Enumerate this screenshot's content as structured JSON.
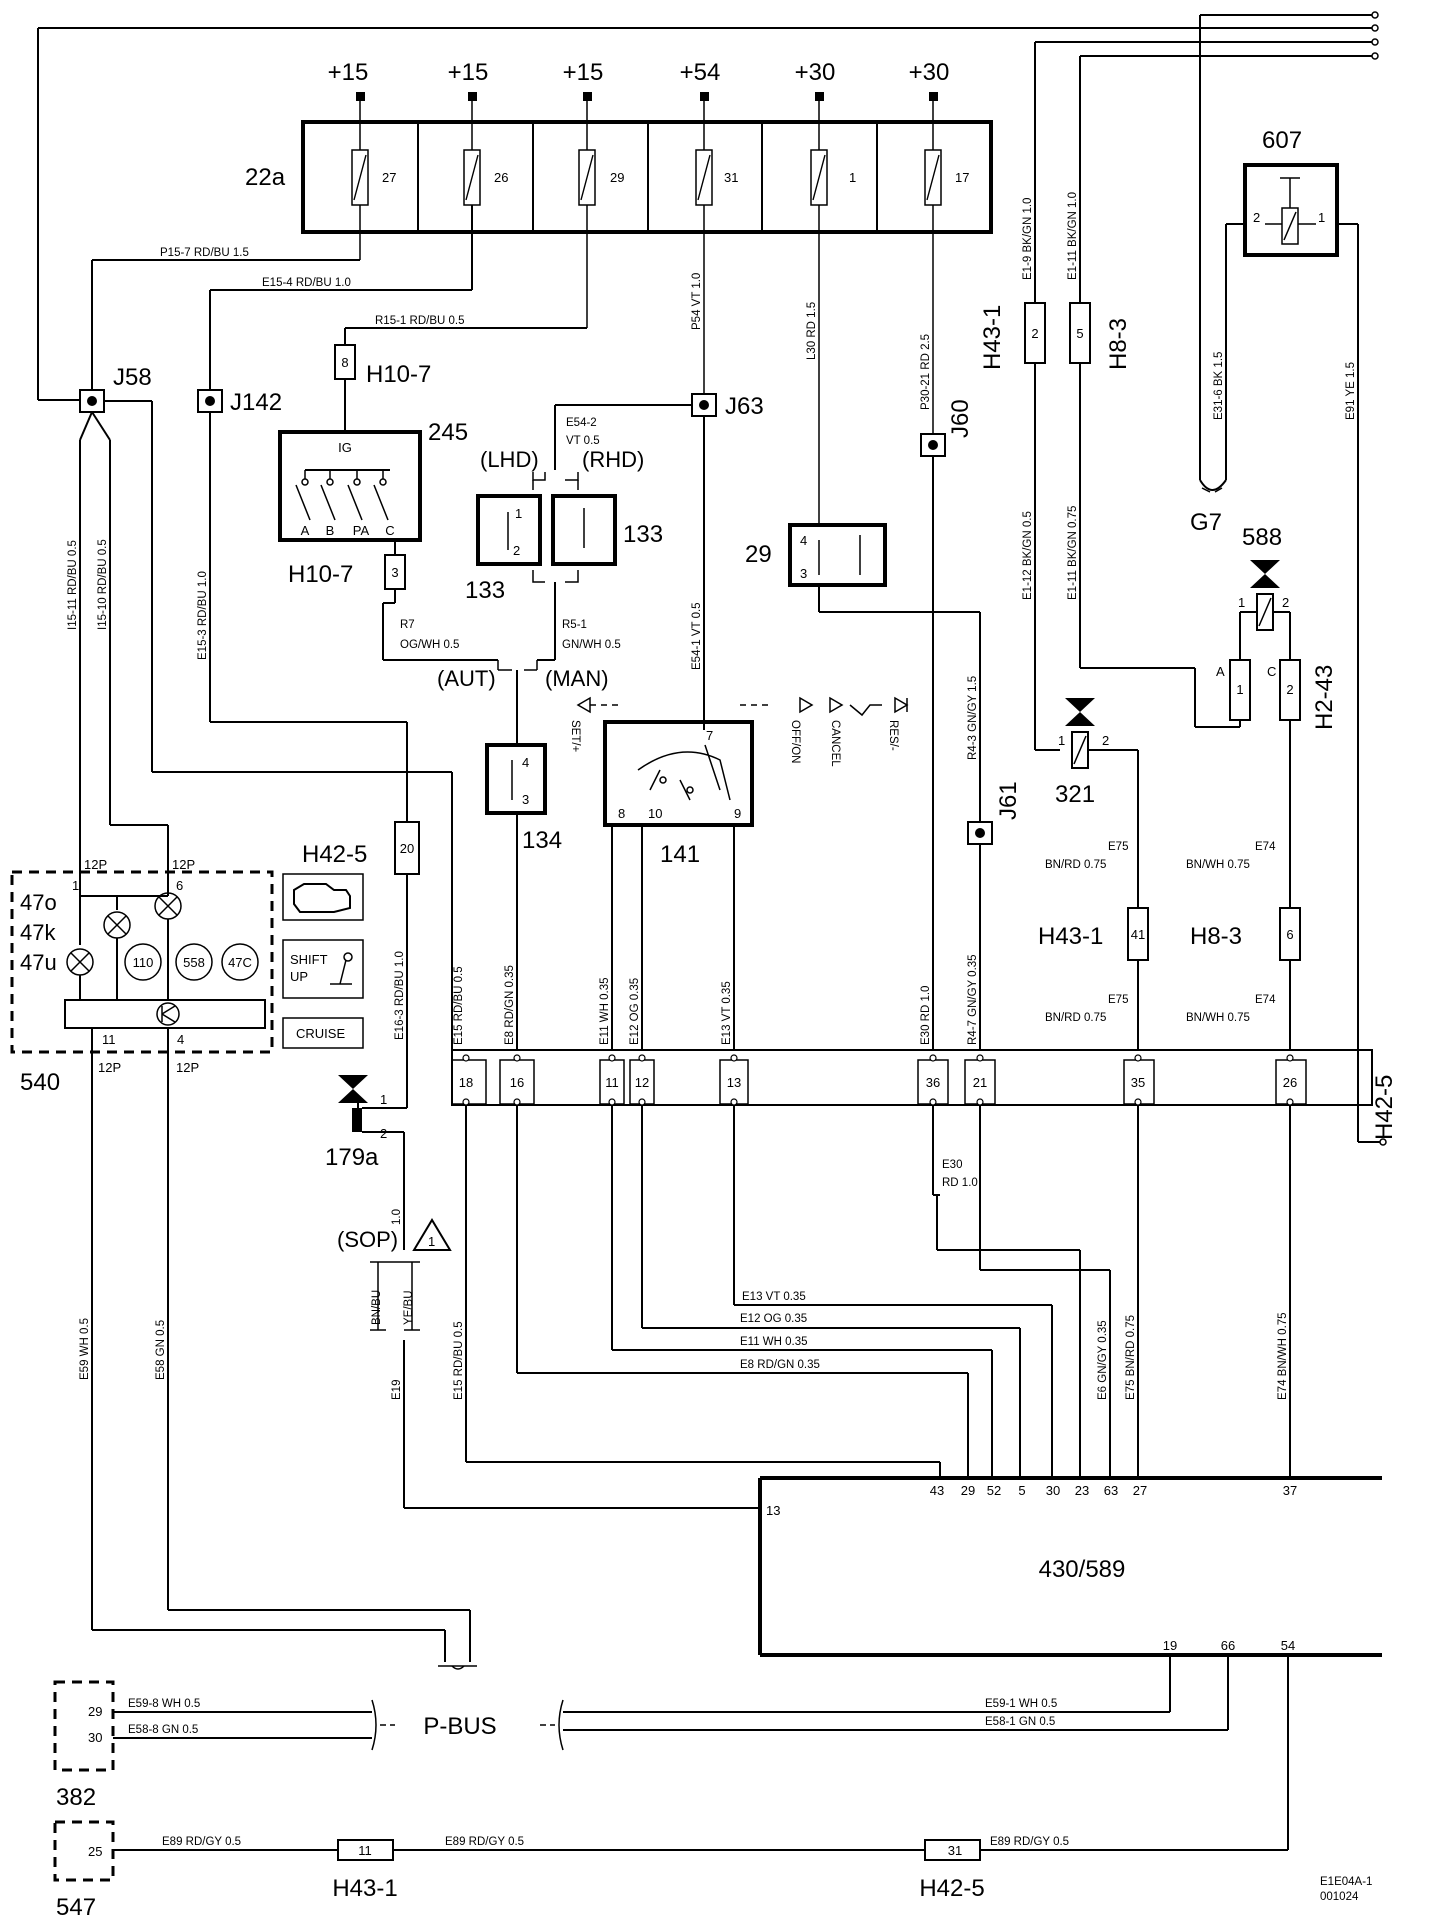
{
  "supply_labels": [
    "+15",
    "+15",
    "+15",
    "+54",
    "+30",
    "+30"
  ],
  "fuses": {
    "box_label": "22a",
    "numbers": [
      "27",
      "26",
      "29",
      "31",
      "1",
      "17"
    ]
  },
  "top_wires": {
    "p15_7": "P15-7    RD/BU    1.5",
    "e15_4": "E15-4    RD/BU    1.0",
    "r15_1": "R15-1    RD/BU    0.5",
    "p54": "P54    VT    1.0",
    "l30": "L30    RD    1.5",
    "p30_21": "P30-21    RD    2.5",
    "e1_9": "E1-9    BK/GN    1.0",
    "e1_11_top": "E1-11    BK/GN    1.0",
    "e31_6": "E31-6    BK    1.5",
    "e91": "E91    YE    1.5",
    "e1_12": "E1-12    BK/GN    0.5",
    "e1_11_low": "E1-11    BK/GN    0.75",
    "e54_2": "E54-2",
    "e54_2b": "VT    0.5",
    "e54_1": "E54-1    VT    0.5"
  },
  "junctions": {
    "j58": "J58",
    "j142": "J142",
    "j63": "J63",
    "j60": "J60",
    "j61": "J61"
  },
  "connectors": {
    "h10_7": "H10-7",
    "h10_7_pin_top": "8",
    "h10_7_pin_bot": "3",
    "h43_1": "H43-1",
    "h43_1_pin": "2",
    "h8_3": "H8-3",
    "h8_3_pin": "5",
    "h2_43": "H2-43",
    "h2_43_pins": [
      "1",
      "2"
    ],
    "h42_5": "H42-5",
    "h42_5_pin20": "20",
    "h43_1_mid": "H43-1",
    "h43_1_mid_pin": "41",
    "h8_3_mid": "H8-3",
    "h8_3_mid_pin": "6",
    "h42_5_strip_label": "H42-5",
    "h42_5_strip_pins": [
      "18",
      "16",
      "11",
      "12",
      "13",
      "36",
      "21",
      "35",
      "26"
    ],
    "h43_1_bottom": "H43-1",
    "h43_1_bottom_pin": "11",
    "h42_5_bottom": "H42-5",
    "h42_5_bottom_pin": "31",
    "h2_43_pin_labels": [
      "A",
      "C"
    ]
  },
  "components": {
    "c245": "245",
    "c245_ig": "IG",
    "c245_pins": [
      "A",
      "B",
      "PA",
      "C"
    ],
    "c133a": "133",
    "c133b": "133",
    "c133_pins": [
      "1",
      "2"
    ],
    "lhd": "(LHD)",
    "rhd": "(RHD)",
    "c29": "29",
    "c29_pins": [
      "4",
      "3"
    ],
    "c607": "607",
    "c607_pins": [
      "2",
      "1"
    ],
    "g7": "G7",
    "c588": "588",
    "c588_pins": [
      "1",
      "2"
    ],
    "c321": "321",
    "c321_pins": [
      "1",
      "2"
    ],
    "c134": "134",
    "c134_pins": [
      "4",
      "3"
    ],
    "c141": "141",
    "c141_pins": [
      "7",
      "8",
      "10",
      "9"
    ],
    "c141_modes": [
      "SET/+",
      "OFF/ON",
      "CANCEL",
      "RES/-"
    ],
    "aut": "(AUT)",
    "man": "(MAN)",
    "r7": "R7",
    "r7b": "OG/WH    0.5",
    "r5_1": "R5-1",
    "r5_1b": "GN/WH    0.5",
    "c540": "540",
    "c540_lamps": [
      "47o",
      "47k",
      "47u"
    ],
    "c540_pins": [
      "1",
      "6",
      "11",
      "4"
    ],
    "c540_12p": "12P",
    "c540_gauges": [
      "110",
      "558",
      "47C"
    ],
    "shift_up": "SHIFT",
    "shift_up2": "UP",
    "cruise": "CRUISE",
    "c179a": "179a",
    "c179a_pins": [
      "1",
      "2"
    ],
    "sop": "(SOP)",
    "warn": "1",
    "ecu": "430/589",
    "ecu_pins_top": [
      "43",
      "29",
      "52",
      "5",
      "30",
      "23",
      "63",
      "27",
      "37"
    ],
    "ecu_pin_left": "13",
    "ecu_pins_bottom": [
      "19",
      "66",
      "54"
    ],
    "pbus": "P-BUS",
    "c382": "382",
    "c382_pins": [
      "29",
      "30"
    ],
    "c547": "547",
    "c547_pin": "25",
    "footer": [
      "E1E04A-1",
      "001024"
    ]
  },
  "mid_wires": {
    "i15_11": "I15-11    RD/BU    0.5",
    "i15_10": "I15-10    RD/BU    0.5",
    "e15_3": "E15-3    RD/BU    1.0",
    "r4_3": "R4-3    GN/GY    1.5",
    "e75_1a": "E75",
    "e75_1b": "BN/RD    0.75",
    "e74_1a": "E74",
    "e74_1b": "BN/WH    0.75",
    "e75_2a": "E75",
    "e75_2b": "BN/RD    0.75",
    "e74_2a": "E74",
    "e74_2b": "BN/WH    0.75",
    "e16_3": "E16-3    RD/BU    1.0",
    "e15": "E15    RD/BU    0.5",
    "e8": "E8    RD/GN    0.35",
    "e11": "E11    WH    0.35",
    "e12": "E12    OG    0.35",
    "e13": "E13    VT    0.35",
    "e30": "E30    RD    1.0",
    "r4_7": "R4-7    GN/GY    0.35",
    "e30b": "E30",
    "e30b2": "RD    1.0"
  },
  "low_wires": {
    "e13": "E13    VT    0.35",
    "e12": "E12    OG    0.35",
    "e11": "E11    WH    0.35",
    "e8": "E8    RD/GN    0.35",
    "bnbu": "BN/BU",
    "yebu": "YE/BU",
    "e19": "E19",
    "e16_10": "1.0",
    "e15b": "E15    RD/BU    0.5",
    "e59": "E59    WH    0.5",
    "e58": "E58    GN    0.5",
    "e6b": "E6    GN/GY    0.35",
    "e75b": "E75    BN/RD    0.75",
    "e74b": "E74    BN/WH    0.75",
    "e59_8": "E59-8    WH    0.5",
    "e58_8": "E58-8    GN    0.5",
    "e59_1": "E59-1    WH    0.5",
    "e58_1": "E58-1    GN    0.5",
    "e89a": "E89    RD/GY    0.5",
    "e89b": "E89    RD/GY    0.5",
    "e89c": "E89    RD/GY    0.5"
  }
}
